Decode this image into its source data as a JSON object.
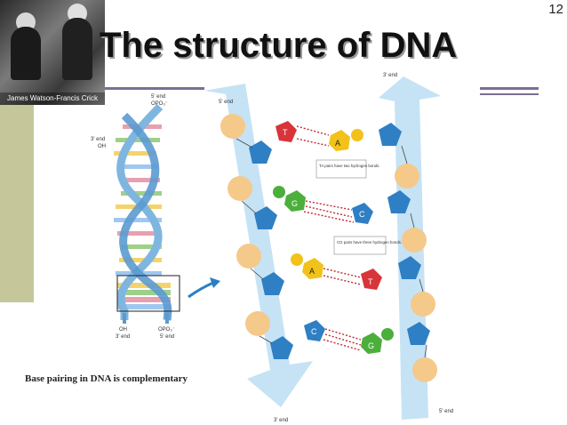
{
  "slide": {
    "title": "The structure of DNA",
    "page_number": "12",
    "photo_caption": "James Watson-Francis Crick",
    "caption": "Base pairing in DNA is complementary"
  },
  "helix_labels": {
    "top_five_end": "5' end",
    "top_opo": "OPO₃⁻",
    "three_end_left": "3' end",
    "oh_left": "OH",
    "bottom_oh": "OH",
    "bottom_three_end": "3' end",
    "bottom_opo": "OPO₃⁻",
    "bottom_five_end": "5' end"
  },
  "structure_labels": {
    "top_left_end": "5' end",
    "top_right_end": "3' end",
    "bottom_left_end": "3' end",
    "bottom_right_end": "5' end",
    "ta_note": "TA pairs have two hydrogen bonds.",
    "cg_note": "CG pairs have three hydrogen bonds.",
    "bases": [
      "T",
      "A",
      "G",
      "C",
      "A",
      "T",
      "C",
      "G"
    ]
  },
  "colors": {
    "left_band": "#c5c79a",
    "rule": "#7b6f93",
    "strand_blue": "#bfe0f4",
    "base_T": "#d9343a",
    "base_A": "#f2c21a",
    "base_G": "#4caf3c",
    "base_C": "#2f7fc4",
    "phosphate": "#f5c98a"
  }
}
